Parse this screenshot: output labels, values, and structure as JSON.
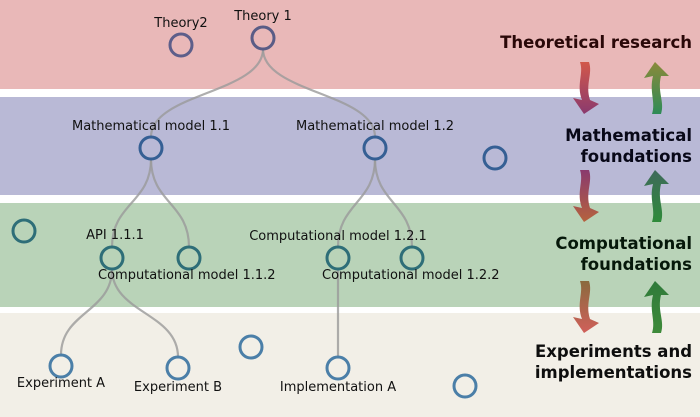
{
  "bands": [
    {
      "id": "theoretical",
      "title_lines": [
        "Theoretical research"
      ],
      "fill": "#e9b8b8",
      "title_color": "#2a0808"
    },
    {
      "id": "mathematical",
      "title_lines": [
        "Mathematical",
        "foundations"
      ],
      "fill": "#b9b9d6",
      "title_color": "#080818"
    },
    {
      "id": "computational",
      "title_lines": [
        "Computational",
        "foundations"
      ],
      "fill": "#b9d3b8",
      "title_color": "#06180a"
    },
    {
      "id": "experiments",
      "title_lines": [
        "Experiments and",
        "implementations"
      ],
      "fill": "#f2efe7",
      "title_color": "#0e0e0e"
    }
  ],
  "nodes": [
    {
      "id": "theory2",
      "label": "Theory2",
      "label_pos": "above",
      "color": "#5d5e8a"
    },
    {
      "id": "theory1",
      "label": "Theory 1",
      "label_pos": "above",
      "color": "#5a5c86"
    },
    {
      "id": "math11",
      "label": "Mathematical model 1.1",
      "label_pos": "above",
      "color": "#355f94"
    },
    {
      "id": "math12",
      "label": "Mathematical model 1.2",
      "label_pos": "above",
      "color": "#355f94"
    },
    {
      "id": "math_empty",
      "label": "",
      "label_pos": "none",
      "color": "#355f94"
    },
    {
      "id": "comp_empty",
      "label": "",
      "label_pos": "none",
      "color": "#2e6e78"
    },
    {
      "id": "api111",
      "label": "API 1.1.1",
      "label_pos": "above-left",
      "color": "#2e6e78"
    },
    {
      "id": "comp112",
      "label": "Computational model 1.1.2",
      "label_pos": "below-left",
      "color": "#2e6e78"
    },
    {
      "id": "comp121",
      "label": "Computational model 1.2.1",
      "label_pos": "above",
      "color": "#2e6e78"
    },
    {
      "id": "comp122",
      "label": "Computational model 1.2.2",
      "label_pos": "below-left",
      "color": "#2e6e78"
    },
    {
      "id": "expA",
      "label": "Experiment A",
      "label_pos": "below",
      "color": "#4b7fa8"
    },
    {
      "id": "expB",
      "label": "Experiment B",
      "label_pos": "below",
      "color": "#4b7fa8"
    },
    {
      "id": "exp_empty1",
      "label": "",
      "label_pos": "none",
      "color": "#4b7fa8"
    },
    {
      "id": "implA",
      "label": "Implementation A",
      "label_pos": "below",
      "color": "#4b7fa8"
    },
    {
      "id": "exp_empty2",
      "label": "",
      "label_pos": "none",
      "color": "#4b7fa8"
    }
  ],
  "edges": [
    {
      "from": "theory1",
      "to": "math11"
    },
    {
      "from": "theory1",
      "to": "math12"
    },
    {
      "from": "math11",
      "to": "api111"
    },
    {
      "from": "math11",
      "to": "comp112"
    },
    {
      "from": "math12",
      "to": "comp121"
    },
    {
      "from": "math12",
      "to": "comp122"
    },
    {
      "from": "api111",
      "to": "expA"
    },
    {
      "from": "api111",
      "to": "expB"
    },
    {
      "from": "comp121",
      "to": "implA"
    }
  ],
  "edge_color": "#9a9a9a",
  "arrows": [
    {
      "band": "theoretical",
      "direction": "down",
      "from_color": "#d2584a",
      "to_color": "#8a3a6e"
    },
    {
      "band": "theoretical",
      "direction": "up",
      "from_color": "#2e8b57",
      "to_color": "#8a8a3a"
    },
    {
      "band": "mathematical",
      "direction": "down",
      "from_color": "#8a3a6e",
      "to_color": "#b5623e"
    },
    {
      "band": "mathematical",
      "direction": "up",
      "from_color": "#2f8a3a",
      "to_color": "#3e6a5a"
    },
    {
      "band": "computational",
      "direction": "down",
      "from_color": "#8a6a3e",
      "to_color": "#d0605a"
    },
    {
      "band": "computational",
      "direction": "up",
      "from_color": "#3e8a3a",
      "to_color": "#2f7a3a"
    }
  ]
}
